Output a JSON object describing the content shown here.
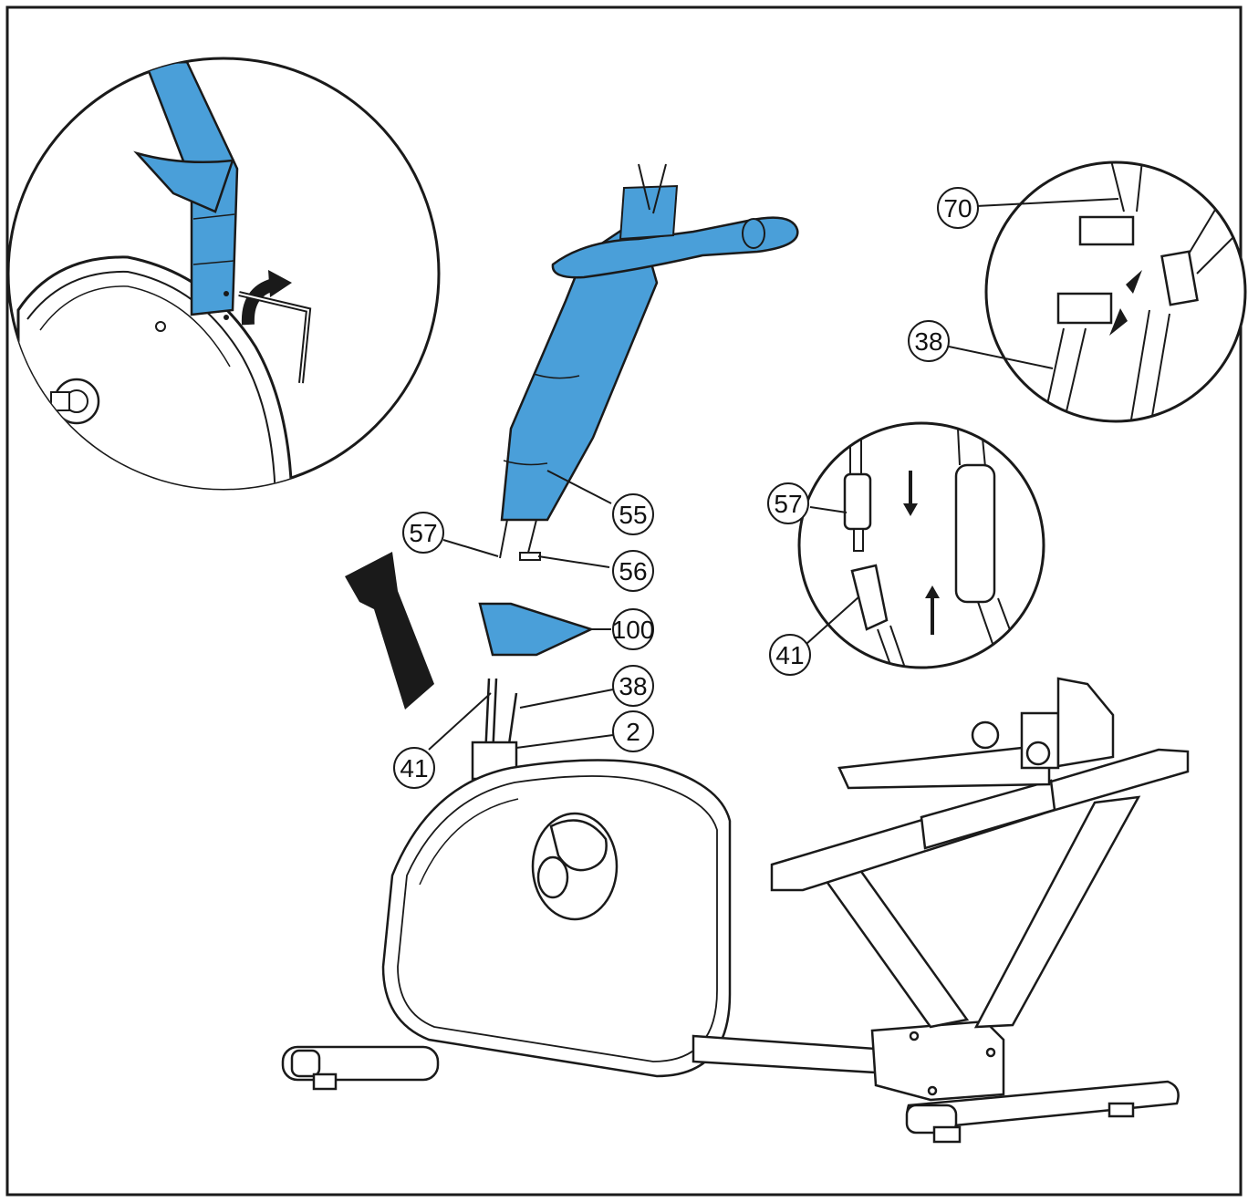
{
  "colors": {
    "part_blue": "#4a9fd9",
    "line": "#1a1a1a",
    "background": "#ffffff"
  },
  "callouts": {
    "main_57": "57",
    "main_56": "56",
    "main_55": "55",
    "main_100": "100",
    "main_38": "38",
    "main_2": "2",
    "main_41": "41",
    "detail_mid_57": "57",
    "detail_mid_41": "41",
    "detail_top_70": "70",
    "detail_top_38": "38"
  },
  "icons": {
    "rotate_arrow": "curved-rotate-arrow-icon",
    "allen_key": "allen-key-icon",
    "lift_arrow": "large-up-arrow-icon",
    "connect_arrows": "connect-arrows-icon"
  }
}
